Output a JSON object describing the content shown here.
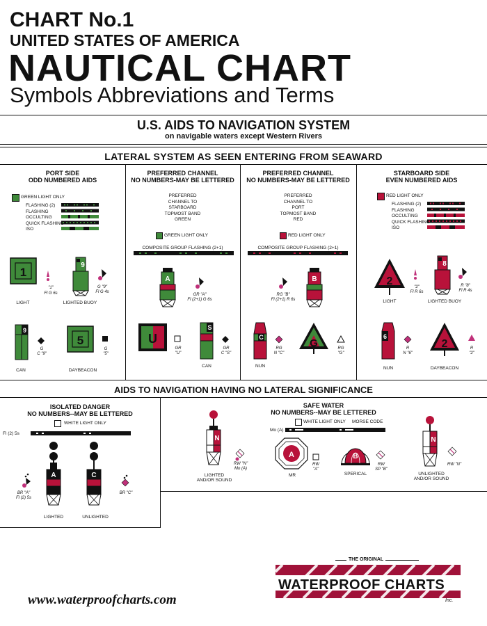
{
  "header": {
    "line1": "CHART No.1",
    "line2": "UNITED STATES OF AMERICA",
    "line3": "NAUTICAL CHART",
    "line4": "Symbols Abbreviations and Terms"
  },
  "system": {
    "title": "U.S. AIDS TO NAVIGATION SYSTEM",
    "subtitle": "on navigable waters except Western Rivers"
  },
  "lateral": {
    "title": "LATERAL SYSTEM AS SEEN ENTERING FROM SEAWARD",
    "port": {
      "title1": "PORT SIDE",
      "title2": "ODD NUMBERED AIDS",
      "light_key": "GREEN LIGHT ONLY",
      "rhythms": [
        "FLASHING (2)",
        "FLASHING",
        "OCCULTING",
        "QUICK FLASHING",
        "ISO"
      ],
      "light_caption": "LIGHT",
      "light_num": "1",
      "light_char": "Fl G 6s",
      "light_q": "\"1\"",
      "buoy_caption": "LIGHTED BUOY",
      "buoy_num": "9",
      "buoy_char1": "G \"9\"",
      "buoy_char2": "Fl G 4s",
      "can_caption": "CAN",
      "can_num": "9",
      "can_char1": "G",
      "can_char2": "C \"9\"",
      "day_caption": "DAYBEACON",
      "day_num": "5",
      "day_char1": "G",
      "day_char2": "\"5\""
    },
    "pref1": {
      "title1": "PREFERRED CHANNEL",
      "title2": "NO NUMBERS-MAY BE LETTERED",
      "desc": [
        "PREFERRED",
        "CHANNEL TO",
        "STARBOARD",
        "TOPMOST BAND",
        "GREEN"
      ],
      "light_key": "GREEN LIGHT ONLY",
      "composite": "COMPOSITE GROUP FLASHING (2+1)",
      "buoy_letter": "A",
      "buoy_char1": "GR \"A\"",
      "buoy_char2": "Fl (2+1) G 6s",
      "day_letter": "U",
      "day_char1": "GR",
      "day_char2": "\"U\"",
      "can_letter": "S",
      "can_caption": "CAN",
      "can_char1": "GR",
      "can_char2": "C \"S\""
    },
    "pref2": {
      "title1": "PREFERRED CHANNEL",
      "title2": "NO NUMBERS-MAY BE LETTERED",
      "desc": [
        "PREFERRED",
        "CHANNEL TO",
        "PORT",
        "TOPMOST BAND",
        "RED"
      ],
      "light_key": "RED LIGHT ONLY",
      "composite": "COMPOSITE GROUP FLASHING (2+1)",
      "buoy_letter": "B",
      "buoy_char1": "RG \"B\"",
      "buoy_char2": "Fl (2+1) R 6s",
      "nun_letter": "C",
      "nun_caption": "NUN",
      "nun_char1": "RG",
      "nun_char2": "N \"C\"",
      "day_letter": "G",
      "day_char1": "RG",
      "day_char2": "\"G\""
    },
    "starboard": {
      "title1": "STARBOARD SIDE",
      "title2": "EVEN NUMBERED AIDS",
      "light_key": "RED LIGHT ONLY",
      "rhythms": [
        "FLASHING (2)",
        "FLASHING",
        "OCCULTING",
        "QUICK FLASHING",
        "ISO"
      ],
      "light_caption": "LIGHT",
      "light_num": "2",
      "light_q": "\"2\"",
      "light_char": "Fl R 6s",
      "buoy_caption": "LIGHTED BUOY",
      "buoy_num": "8",
      "buoy_char1": "R \"8\"",
      "buoy_char2": "Fl R 4s",
      "nun_caption": "NUN",
      "nun_num": "6",
      "nun_char1": "R",
      "nun_char2": "N \"6\"",
      "day_caption": "DAYBEACON",
      "day_num": "2",
      "day_char1": "R",
      "day_char2": "\"2\""
    }
  },
  "nonlateral": {
    "title": "AIDS TO NAVIGATION HAVING NO LATERAL SIGNIFICANCE",
    "isolated": {
      "title1": "ISOLATED DANGER",
      "title2": "NO NUMBERS--MAY BE LETTERED",
      "light_key": "WHITE LIGHT ONLY",
      "rhythm": "Fl (2) 5s",
      "lighted_caption": "LIGHTED",
      "lighted_letter": "A",
      "lighted_char1": "BR \"A\"",
      "lighted_char2": "Fl (2) 5s",
      "unlighted_caption": "UNLIGHTED",
      "unlighted_letter": "C",
      "unlighted_char": "BR \"C\""
    },
    "safe": {
      "title1": "SAFE WATER",
      "title2": "NO NUMBERS--MAY BE LETTERED",
      "light_key": "WHITE LIGHT ONLY",
      "morse": "MORSE CODE",
      "rhythm": "Mo (A)",
      "lighted_caption1": "LIGHTED",
      "lighted_caption2": "AND/OR SOUND",
      "lighted_letter": "N",
      "lighted_char1": "RW \"N\"",
      "lighted_char2": "Mo (A)",
      "mr_caption": "MR",
      "mr_letter": "A",
      "mr_char1": "RW",
      "mr_char2": "\"A\"",
      "sph_caption": "SPERICAL",
      "sph_letter": "B",
      "sph_char1": "RW",
      "sph_char2": "SP \"B\"",
      "unlighted_caption1": "UNLIGHTED",
      "unlighted_caption2": "AND/OR SOUND",
      "unlighted_letter": "N",
      "unlighted_char": "RW \"N\""
    }
  },
  "footer": {
    "url": "www.waterproofcharts.com",
    "brand_small": "THE ORIGINAL",
    "brand": "WATERPROOF CHARTS",
    "brand_inc": "Inc."
  },
  "colors": {
    "green": "#3f8a3a",
    "red": "#b8123a",
    "black": "#111111",
    "magenta": "#c0307a"
  }
}
